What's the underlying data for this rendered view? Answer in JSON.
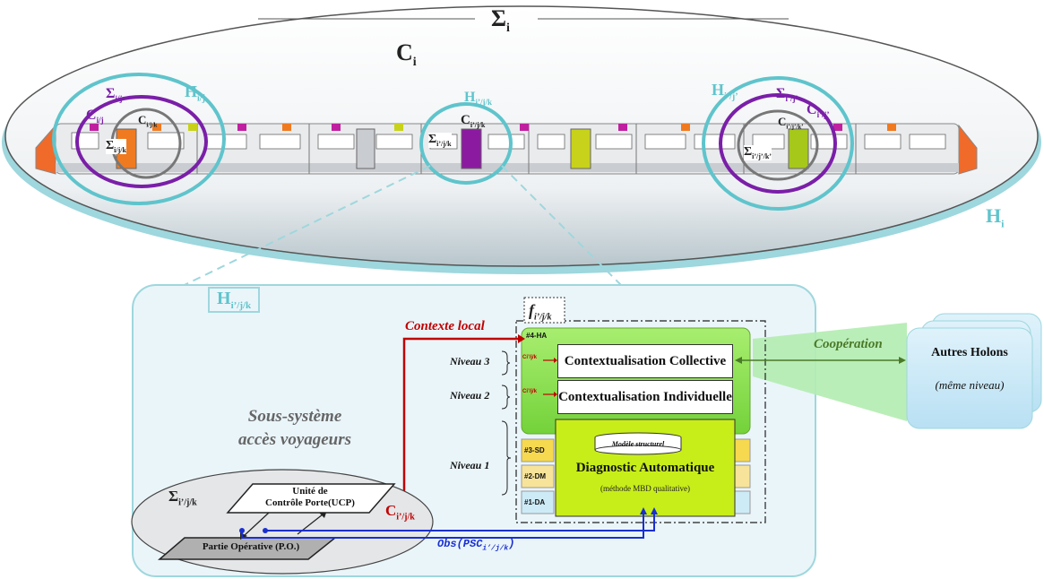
{
  "outer": {
    "sigma": "Σ",
    "sigma_sub": "i",
    "c": "C",
    "c_sub": "i",
    "h": "H",
    "h_sub": "i"
  },
  "left_holon": {
    "h": "H",
    "h_sub": "i/j",
    "sigma": "Σ",
    "sigma_sub": "i/j",
    "c": "C",
    "c_sub": "i/j",
    "c_inner": "C",
    "c_inner_sub": "i/j/k",
    "sigma_inner": "Σ",
    "sigma_inner_sub": "i/j/k"
  },
  "mid_holon": {
    "h": "H",
    "h_sub": "i’/j/k",
    "c": "C",
    "c_sub": "i’/j/k",
    "sigma": "Σ",
    "sigma_sub": "i’/j/k"
  },
  "right_holon": {
    "h": "H",
    "h_sub": "i’/j’",
    "sigma": "Σ",
    "sigma_sub": "i’/j’",
    "c": "C",
    "c_sub": "i’/j’",
    "c_inner": "C",
    "c_inner_sub": "i’/j’/k’",
    "sigma_inner": "Σ",
    "sigma_inner_sub": "i’/j’/k’"
  },
  "detail": {
    "h": "H",
    "h_sub": "i’/j/k",
    "subsystem_line1": "Sous-système",
    "subsystem_line2": "accès voyageurs",
    "f_label": "f",
    "f_sub": "i’/j/k",
    "contexte_local": "Contexte local",
    "niveau3": "Niveau 3",
    "niveau2": "Niveau 2",
    "niveau1": "Niveau 1",
    "tag_ha": "#4-HA",
    "tag_sd": "#3-SD",
    "tag_dm": "#2-DM",
    "tag_da": "#1-DA",
    "c_small": "Ci’/j/k",
    "ctx_collective": "Contextualisation Collective",
    "ctx_individuelle": "Contextualisation Individuelle",
    "modele": "Modèle structurel",
    "diag": "Diagnostic Automatique",
    "diag_sub": "(méthode MBD qualitative)",
    "sigma": "Σ",
    "sigma_sub": "i’/j/k",
    "ucp_line1": "Unité de",
    "ucp_line2": "Contrôle Porte(UCP)",
    "po": "Partie Opérative (P.O.)",
    "c_label": "C",
    "c_sub": "i’/j/k",
    "obs": "Obs(PSC",
    "obs_sub": "i’/j/k",
    "obs_close": ")"
  },
  "cooperation": "Coopération",
  "autres": {
    "title": "Autres Holons",
    "subtitle": "(même niveau)"
  },
  "colors": {
    "teal": "#5fc4cc",
    "purple": "#7a1fa8",
    "green": "#8ee04a",
    "lime": "#c8ee1a",
    "red": "#c00000",
    "blue": "#1a2fd0",
    "panel": "#eaf5fa"
  }
}
